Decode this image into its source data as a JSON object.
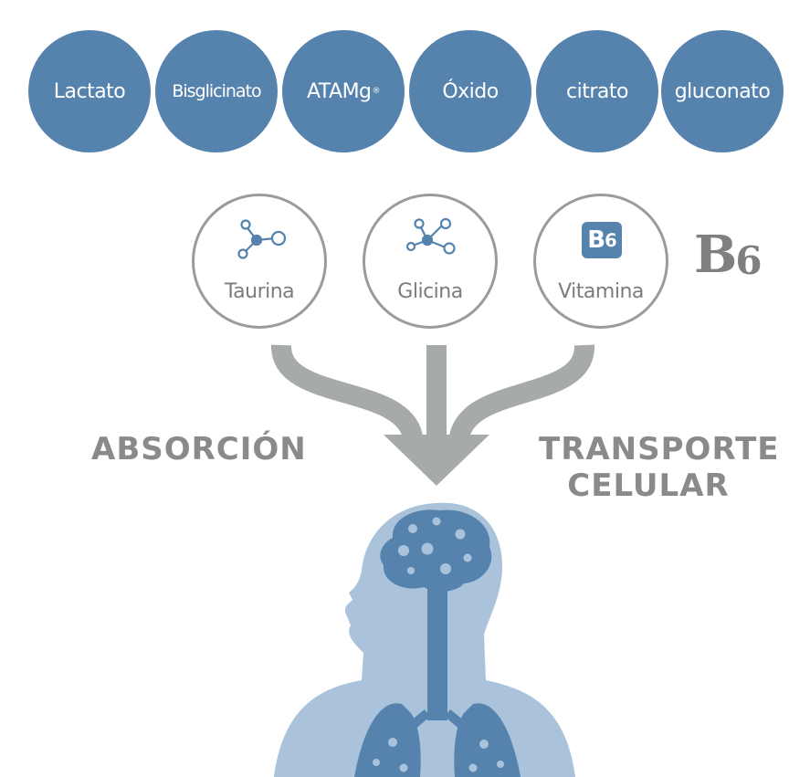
{
  "magnesium_forms": [
    "Lactato",
    "Bisglicinato",
    "ATAMg",
    "Óxido",
    "citrato",
    "gluconato"
  ],
  "atamg_registered_mark": "®",
  "cofactors": [
    {
      "label": "Taurina",
      "icon": "molecule-icon"
    },
    {
      "label": "Glicina",
      "icon": "molecule-icon"
    },
    {
      "label": "Vitamina",
      "icon": "b6-badge-icon",
      "badge_text": "B",
      "badge_sub": "6"
    }
  ],
  "b6_large": {
    "letter": "B",
    "sub": "6"
  },
  "flow_labels": {
    "left": "ABSORCIÓN",
    "right_line1": "TRANSPORTE",
    "right_line2": "CELULAR"
  },
  "colors": {
    "accent_blue": "#5583ae",
    "light_blue": "#aac3da",
    "gray": "#9b9b9b",
    "arrow_gray": "#a7aba8"
  }
}
